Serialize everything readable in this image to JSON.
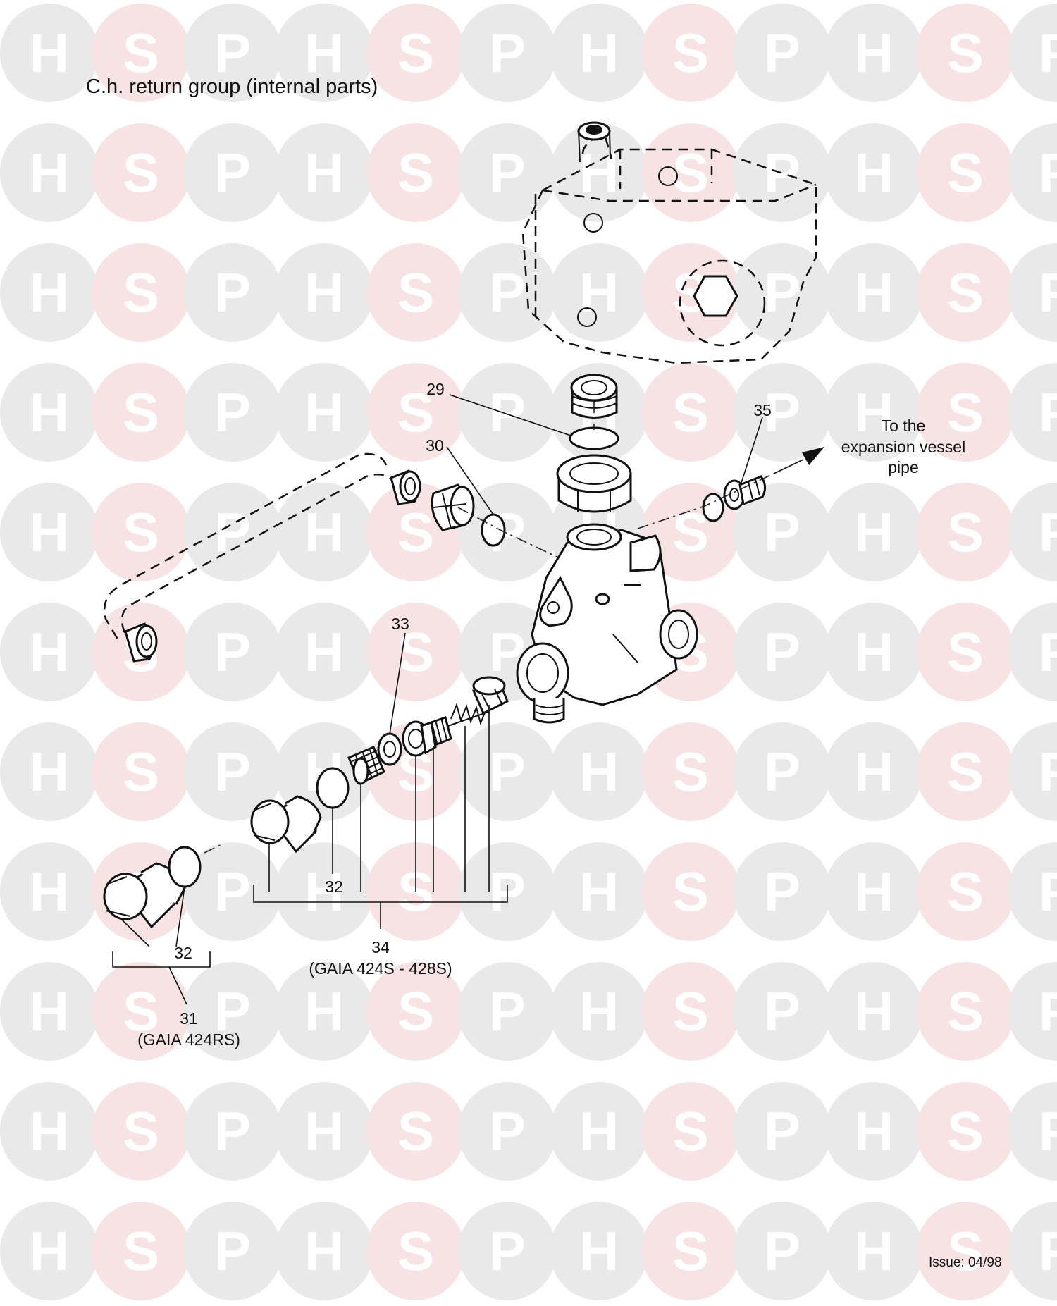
{
  "diagram": {
    "title": "C.h. return group (internal parts)",
    "watermark_letters": [
      "H",
      "S",
      "P"
    ],
    "parts": [
      {
        "id": "29"
      },
      {
        "id": "30"
      },
      {
        "id": "31",
        "variant": "(GAIA 424RS)"
      },
      {
        "id": "32"
      },
      {
        "id": "33"
      },
      {
        "id": "34",
        "variant": "(GAIA 424S - 428S)"
      },
      {
        "id": "35"
      }
    ],
    "callout": {
      "line1": "To the",
      "line2": "expansion vessel",
      "line3": "pipe"
    },
    "issue": "Issue: 04/98"
  },
  "colors": {
    "watermark_grey": "#e9e9e9",
    "watermark_pink": "#f7e3e3",
    "line": "#111111"
  }
}
